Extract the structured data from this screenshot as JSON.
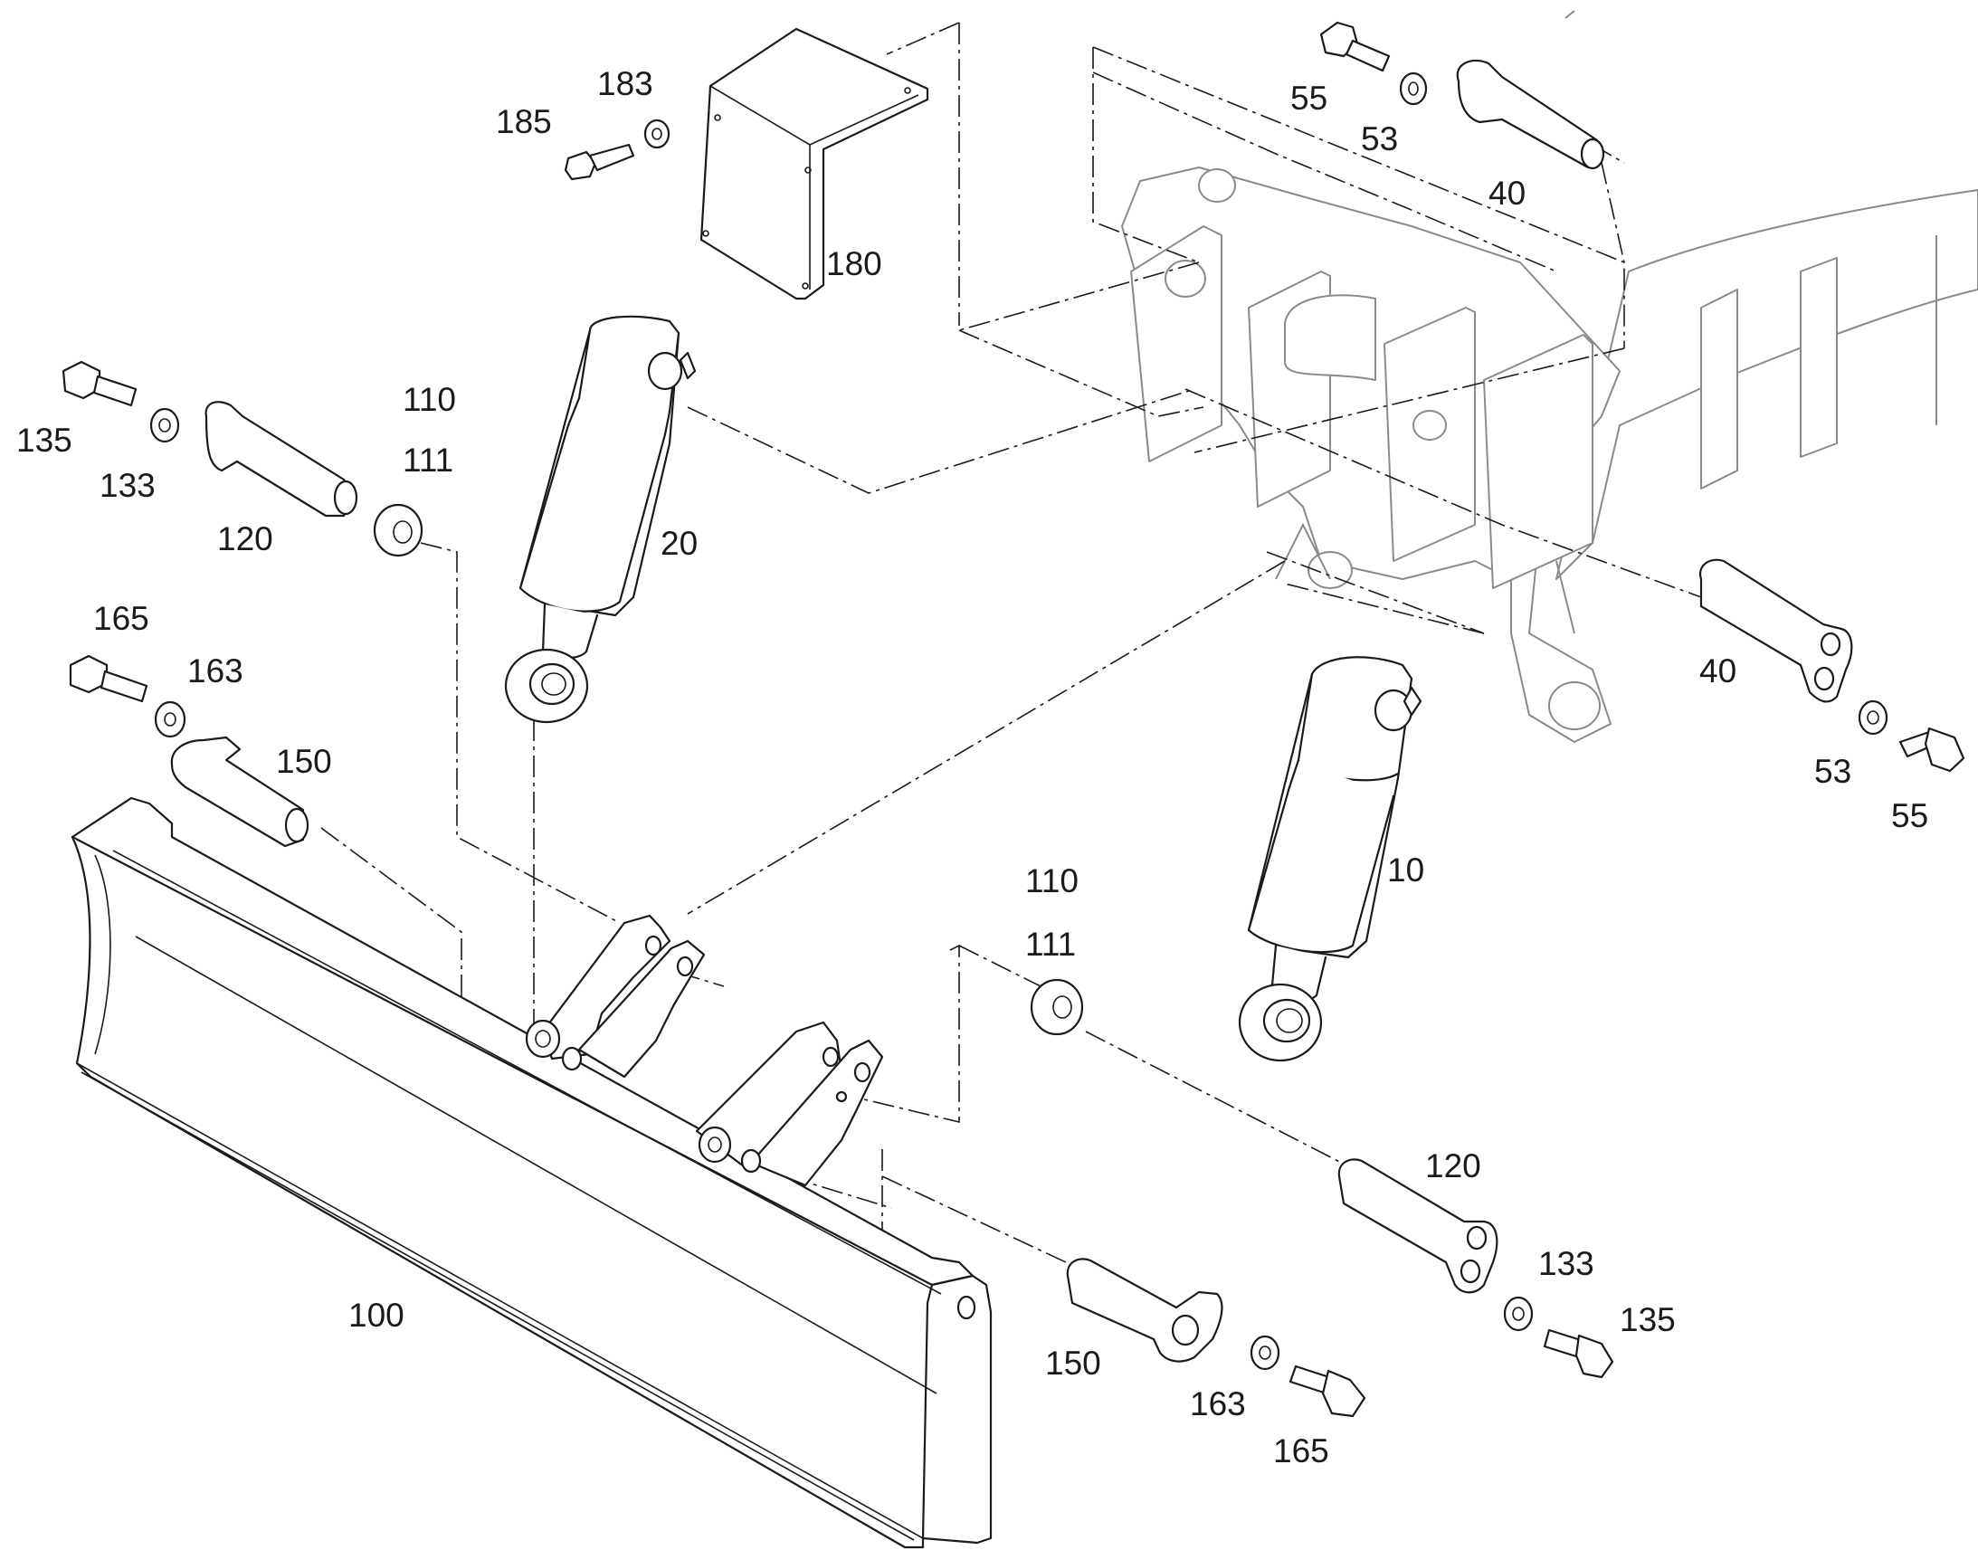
{
  "callouts": {
    "p10": "10",
    "p20": "20",
    "p40a": "40",
    "p40b": "40",
    "p53a": "53",
    "p53b": "53",
    "p55a": "55",
    "p55b": "55",
    "p100": "100",
    "p110a": "110",
    "p111a": "111",
    "p110b": "110",
    "p111b": "111",
    "p120a": "120",
    "p120b": "120",
    "p133a": "133",
    "p133b": "133",
    "p135a": "135",
    "p135b": "135",
    "p150a": "150",
    "p150b": "150",
    "p163a": "163",
    "p163b": "163",
    "p165a": "165",
    "p165b": "165",
    "p180": "180",
    "p183": "183",
    "p185": "185"
  },
  "colors": {
    "line": "#1a1a1a",
    "frame": "#8a8a8a",
    "background": "#ffffff"
  }
}
